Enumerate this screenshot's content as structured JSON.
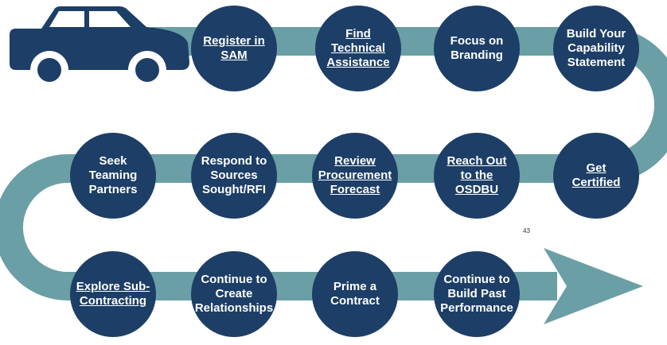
{
  "colors": {
    "road": "#6a9fa5",
    "circle": "#1d3e66",
    "car": "#1d3e66",
    "text": "#ffffff"
  },
  "car": {
    "icon": "car-icon"
  },
  "steps": [
    {
      "label": "Register in\nSAM",
      "link": true
    },
    {
      "label": "Find\nTechnical\nAssistance",
      "link": true
    },
    {
      "label": "Focus on\nBranding",
      "link": false
    },
    {
      "label": "Build  Your\nCapability\nStatement",
      "link": false
    },
    {
      "label": "Get\nCertified",
      "link": true
    },
    {
      "label": "Reach Out\nto the\nOSDBU",
      "link": true
    },
    {
      "label": "Review\nProcurement\nForecast",
      "link": true
    },
    {
      "label": "Respond to\nSources\nSought/RFI",
      "link": false
    },
    {
      "label": "Seek\nTeaming\nPartners",
      "link": false
    },
    {
      "label": "Explore Sub-\nContracting",
      "link": true
    },
    {
      "label": "Continue to\nCreate\nRelationships",
      "link": false
    },
    {
      "label": "Prime a\nContract",
      "link": false
    },
    {
      "label": "Continue to\nBuild Past\nPerformance",
      "link": false
    }
  ],
  "page_number": "43"
}
